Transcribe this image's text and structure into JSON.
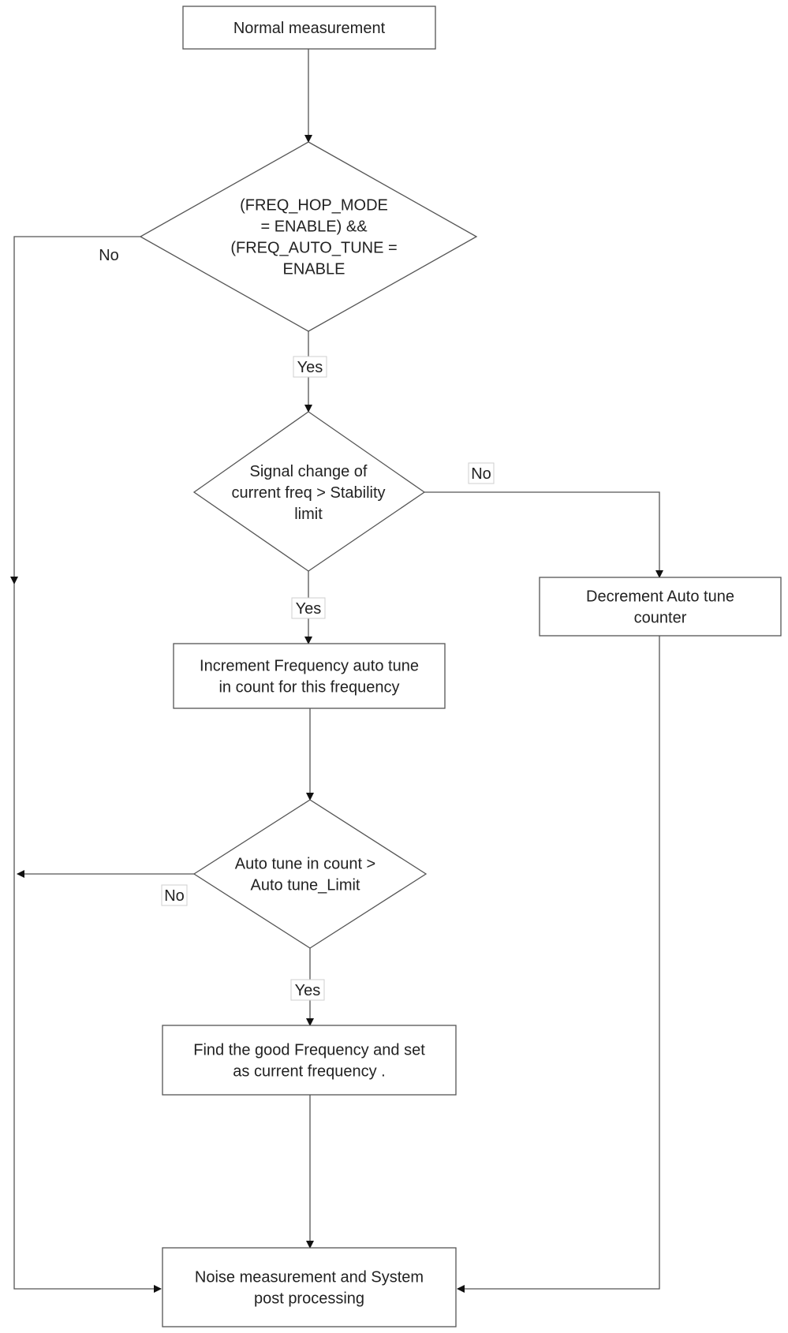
{
  "nodes": {
    "start": {
      "lines": [
        "Normal measurement"
      ]
    },
    "decision_mode": {
      "lines": [
        "(FREQ_HOP_MODE",
        "= ENABLE)    &&",
        "(FREQ_AUTO_TUNE =",
        "ENABLE"
      ]
    },
    "decision_signal": {
      "lines": [
        "Signal change of",
        "current freq >  Stability",
        "limit"
      ]
    },
    "decrement": {
      "lines": [
        "Decrement Auto tune",
        "counter"
      ]
    },
    "increment": {
      "lines": [
        "Increment Frequency auto tune",
        "in count for this frequency"
      ]
    },
    "decision_limit": {
      "lines": [
        "Auto tune in count  >",
        "Auto tune_Limit"
      ]
    },
    "find": {
      "lines": [
        "Find the good Frequency and set",
        "as current frequency ."
      ]
    },
    "end": {
      "lines": [
        "Noise measurement and System",
        "post processing"
      ]
    }
  },
  "labels": {
    "mode_no": "No",
    "mode_yes": "Yes",
    "signal_no": "No",
    "signal_yes": "Yes",
    "limit_no": "No",
    "limit_yes": "Yes"
  }
}
